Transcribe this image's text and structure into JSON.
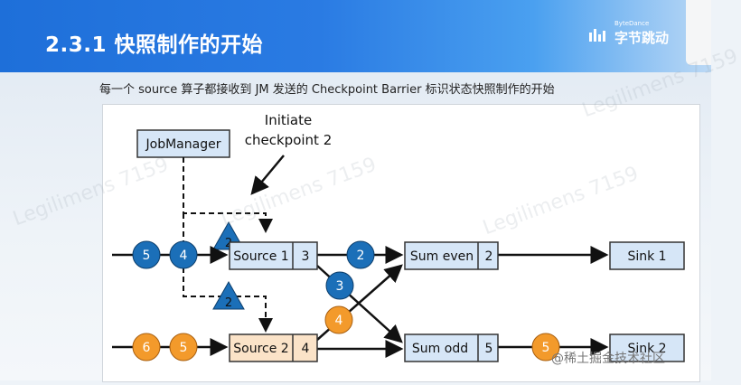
{
  "slide": {
    "title": "2.3.1 快照制作的开始",
    "subtitle": "每一个 source 算子都接收到 JM 发送的 Checkpoint Barrier 标识状态快照制作的开始"
  },
  "brand": {
    "en": "ByteDance",
    "cn": "字节跳动"
  },
  "diagram": {
    "annotation_line1": "Initiate",
    "annotation_line2": "checkpoint 2",
    "job_manager": "JobManager",
    "operators": {
      "source1": {
        "name": "Source 1",
        "value": "3"
      },
      "source2": {
        "name": "Source 2",
        "value": "4"
      },
      "sum_even": {
        "name": "Sum even",
        "value": "2"
      },
      "sum_odd": {
        "name": "Sum odd",
        "value": "5"
      },
      "sink1": {
        "name": "Sink 1"
      },
      "sink2": {
        "name": "Sink 2"
      }
    },
    "barriers": {
      "b1": "2",
      "b2": "2"
    },
    "records": {
      "blue_in_1": "5",
      "blue_in_2": "4",
      "blue_mid_1": "2",
      "blue_mid_2": "3",
      "orange_in_1": "6",
      "orange_in_2": "5",
      "orange_mid": "4",
      "orange_out": "5"
    },
    "colors": {
      "blue": "#1b6fb8",
      "orange": "#f39a2b",
      "barrier": "#1b6fb8",
      "operator_blue": "#d6e6f7",
      "operator_orange": "#fbe3c8"
    }
  },
  "watermarks": {
    "w1": "Legilimens 7159",
    "w2": "Legilimens 7159",
    "w3": "Legilimens 7159",
    "w4": "Legilimens 7159",
    "footer": "@稀土掘金技术社区"
  }
}
